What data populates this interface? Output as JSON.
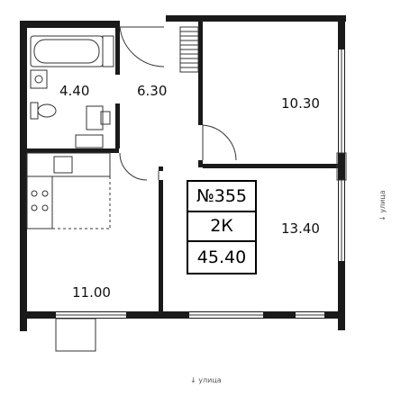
{
  "apartment": {
    "number": "№355",
    "type": "2К",
    "total_area": "45.40"
  },
  "rooms": {
    "bathroom": "4.40",
    "hallway": "6.30",
    "bedroom": "10.30",
    "living_room": "13.40",
    "kitchen": "11.00"
  },
  "street_labels": {
    "bottom": "↓ улица",
    "right": "↓ улица"
  },
  "colors": {
    "wall": "#1a1a1a",
    "line": "#333333",
    "background": "#ffffff"
  }
}
